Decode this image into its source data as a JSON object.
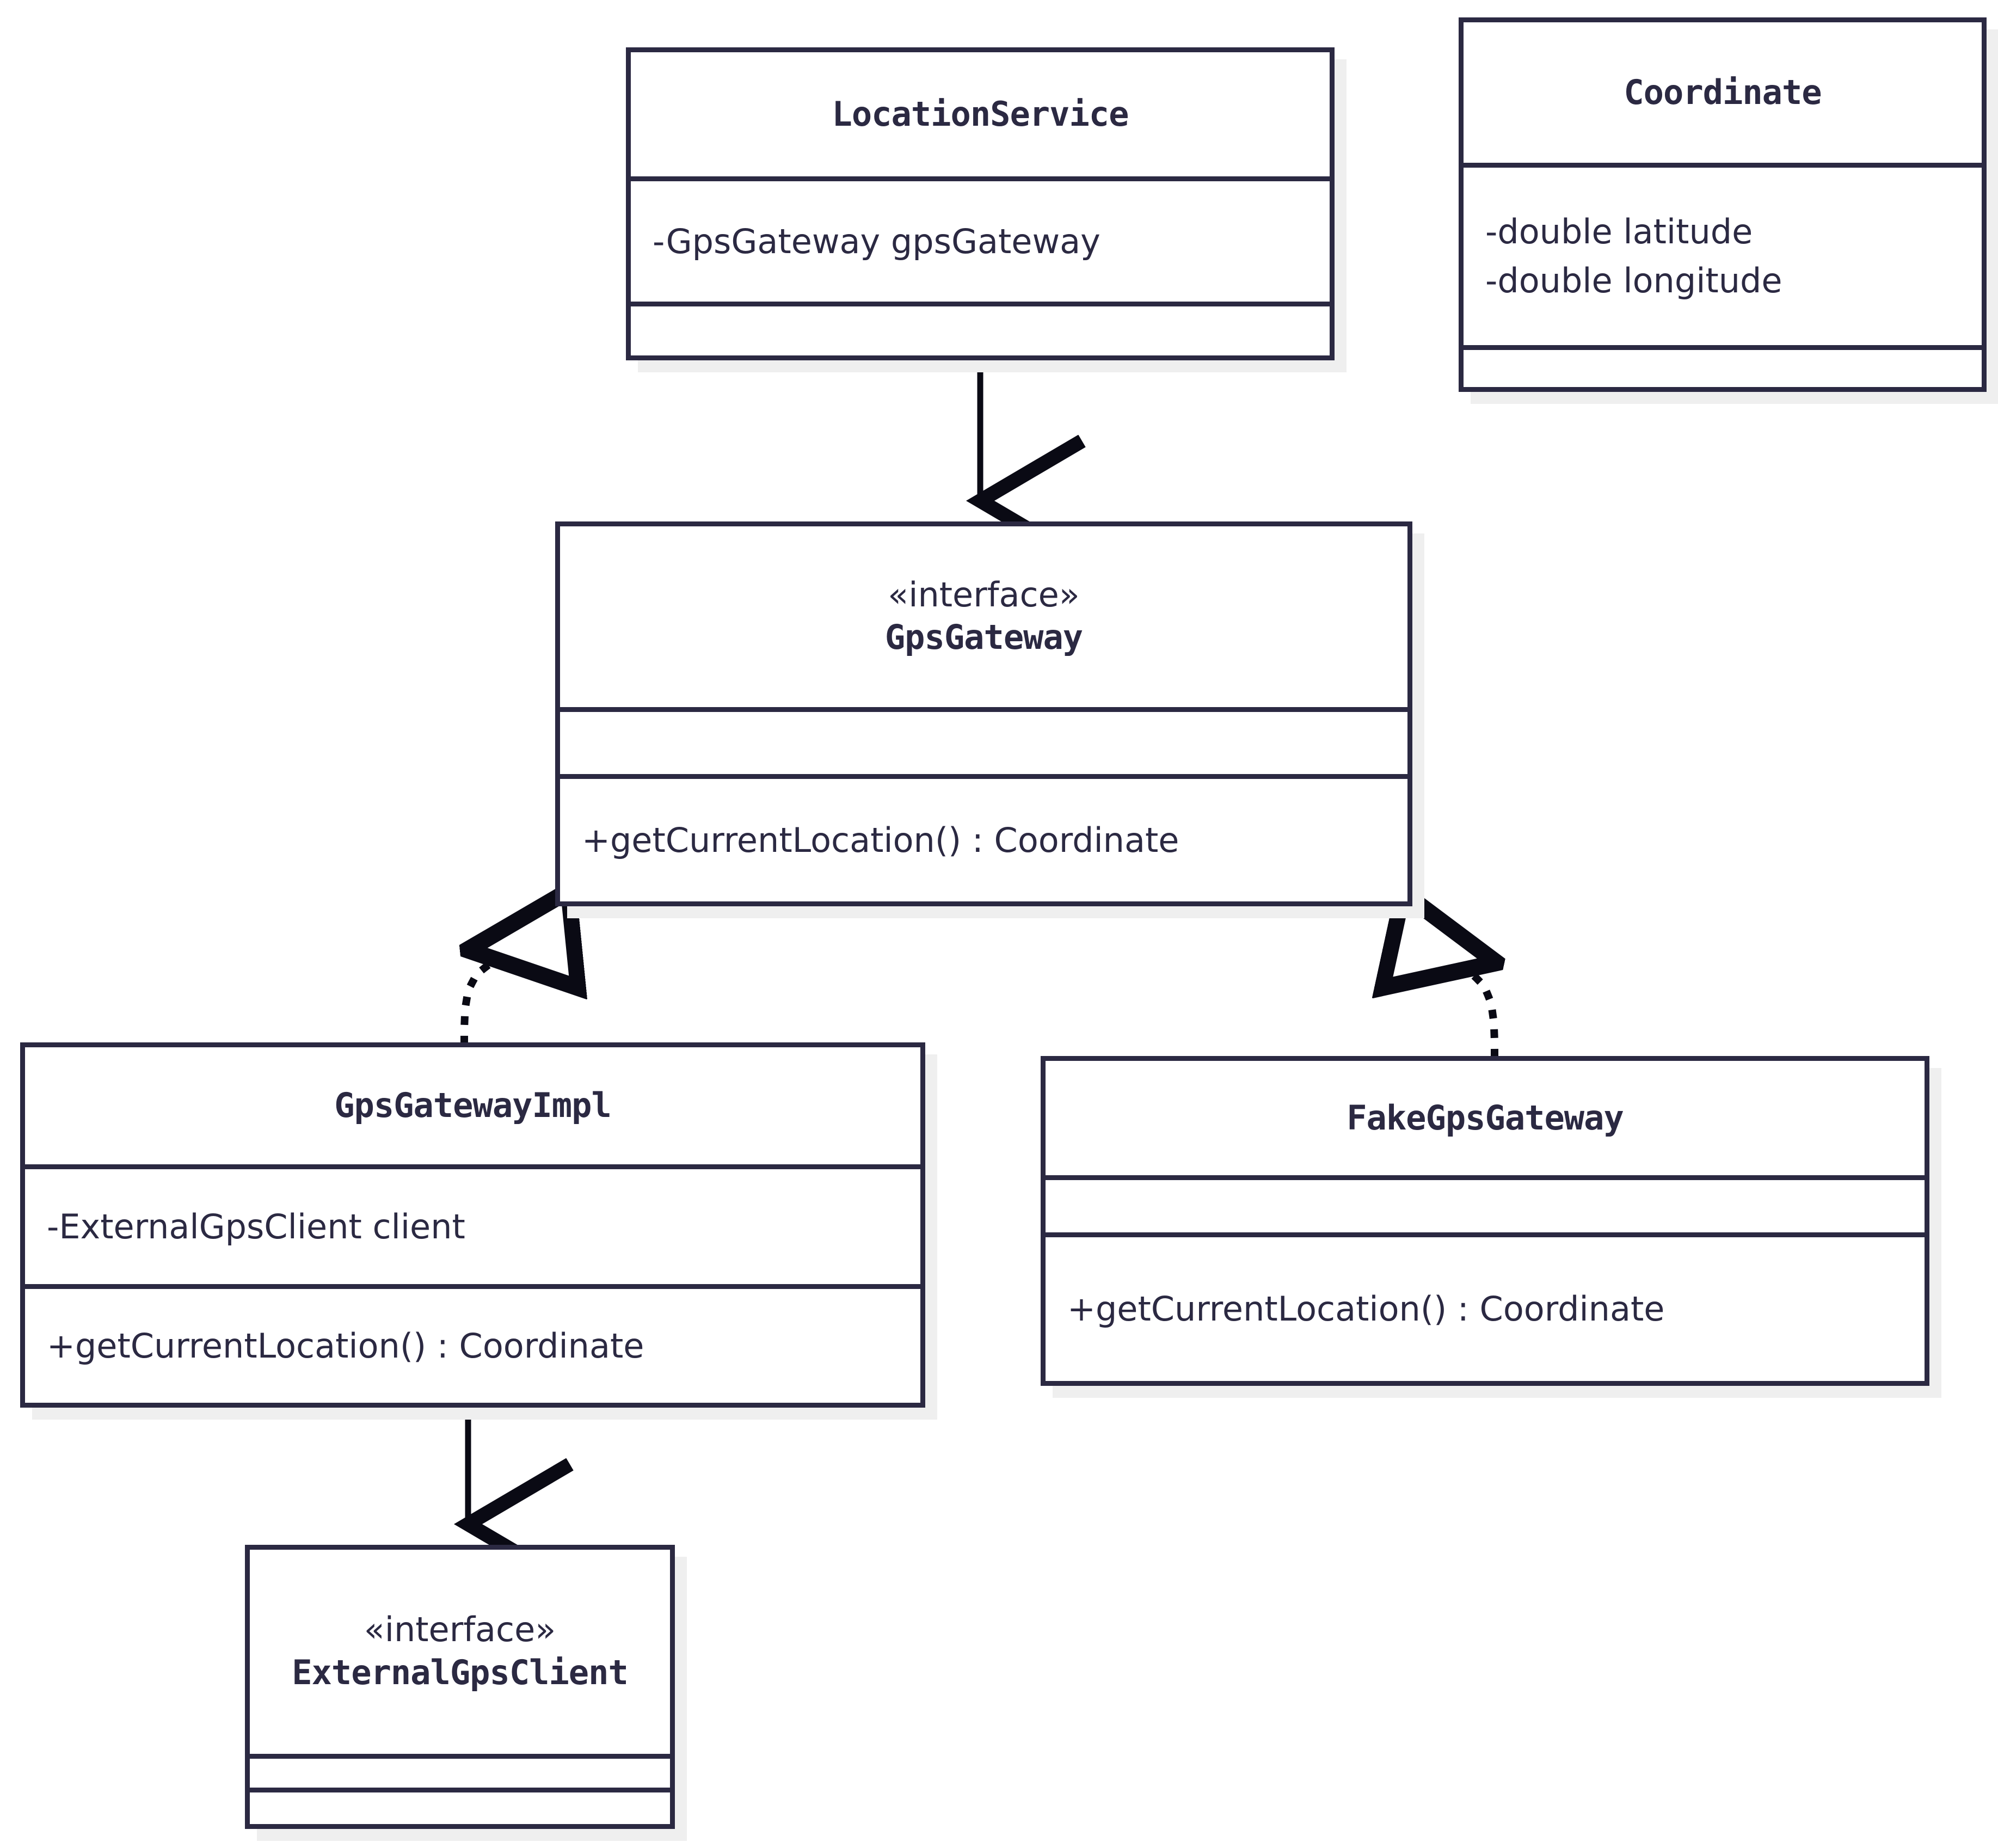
{
  "diagram": {
    "kind": "uml-class-diagram",
    "title": "GPS Gateway UML Class Diagram",
    "colors": {
      "stroke": "#2B2942",
      "fill": "#FFFFFF",
      "shadow": "#EFEFEF",
      "edge": "#000000",
      "background": "#FFFFFF"
    }
  },
  "classes": [
    {
      "id": "location-service",
      "stereotype": "",
      "name": "LocationService",
      "attributes": [
        "-GpsGateway gpsGateway"
      ],
      "operations": []
    },
    {
      "id": "coordinate",
      "stereotype": "",
      "name": "Coordinate",
      "attributes": [
        "-double latitude",
        "-double longitude"
      ],
      "operations": []
    },
    {
      "id": "gps-gateway",
      "stereotype": "«interface»",
      "name": "GpsGateway",
      "attributes": [],
      "operations": [
        "+getCurrentLocation() : Coordinate"
      ]
    },
    {
      "id": "gps-gateway-impl",
      "stereotype": "",
      "name": "GpsGatewayImpl",
      "attributes": [
        "-ExternalGpsClient client"
      ],
      "operations": [
        "+getCurrentLocation() : Coordinate"
      ]
    },
    {
      "id": "fake-gps-gateway",
      "stereotype": "",
      "name": "FakeGpsGateway",
      "attributes": [],
      "operations": [
        "+getCurrentLocation() : Coordinate"
      ]
    },
    {
      "id": "external-gps-client",
      "stereotype": "«interface»",
      "name": "ExternalGpsClient",
      "attributes": [],
      "operations": []
    }
  ],
  "relationships": [
    {
      "id": "rel-locationservice-gpsgateway",
      "from": "location-service",
      "to": "gps-gateway",
      "type": "association",
      "line": "solid",
      "arrowhead": "open-arrow",
      "label": ""
    },
    {
      "id": "rel-gpsgatewayimpl-gpsgateway",
      "from": "gps-gateway-impl",
      "to": "gps-gateway",
      "type": "realization",
      "line": "dotted",
      "arrowhead": "hollow-triangle",
      "label": ""
    },
    {
      "id": "rel-fakegpsgateway-gpsgateway",
      "from": "fake-gps-gateway",
      "to": "gps-gateway",
      "type": "realization",
      "line": "dotted",
      "arrowhead": "hollow-triangle",
      "label": ""
    },
    {
      "id": "rel-gpsgatewayimpl-externalgpsclient",
      "from": "gps-gateway-impl",
      "to": "external-gps-client",
      "type": "association",
      "line": "solid",
      "arrowhead": "open-arrow",
      "label": ""
    }
  ]
}
